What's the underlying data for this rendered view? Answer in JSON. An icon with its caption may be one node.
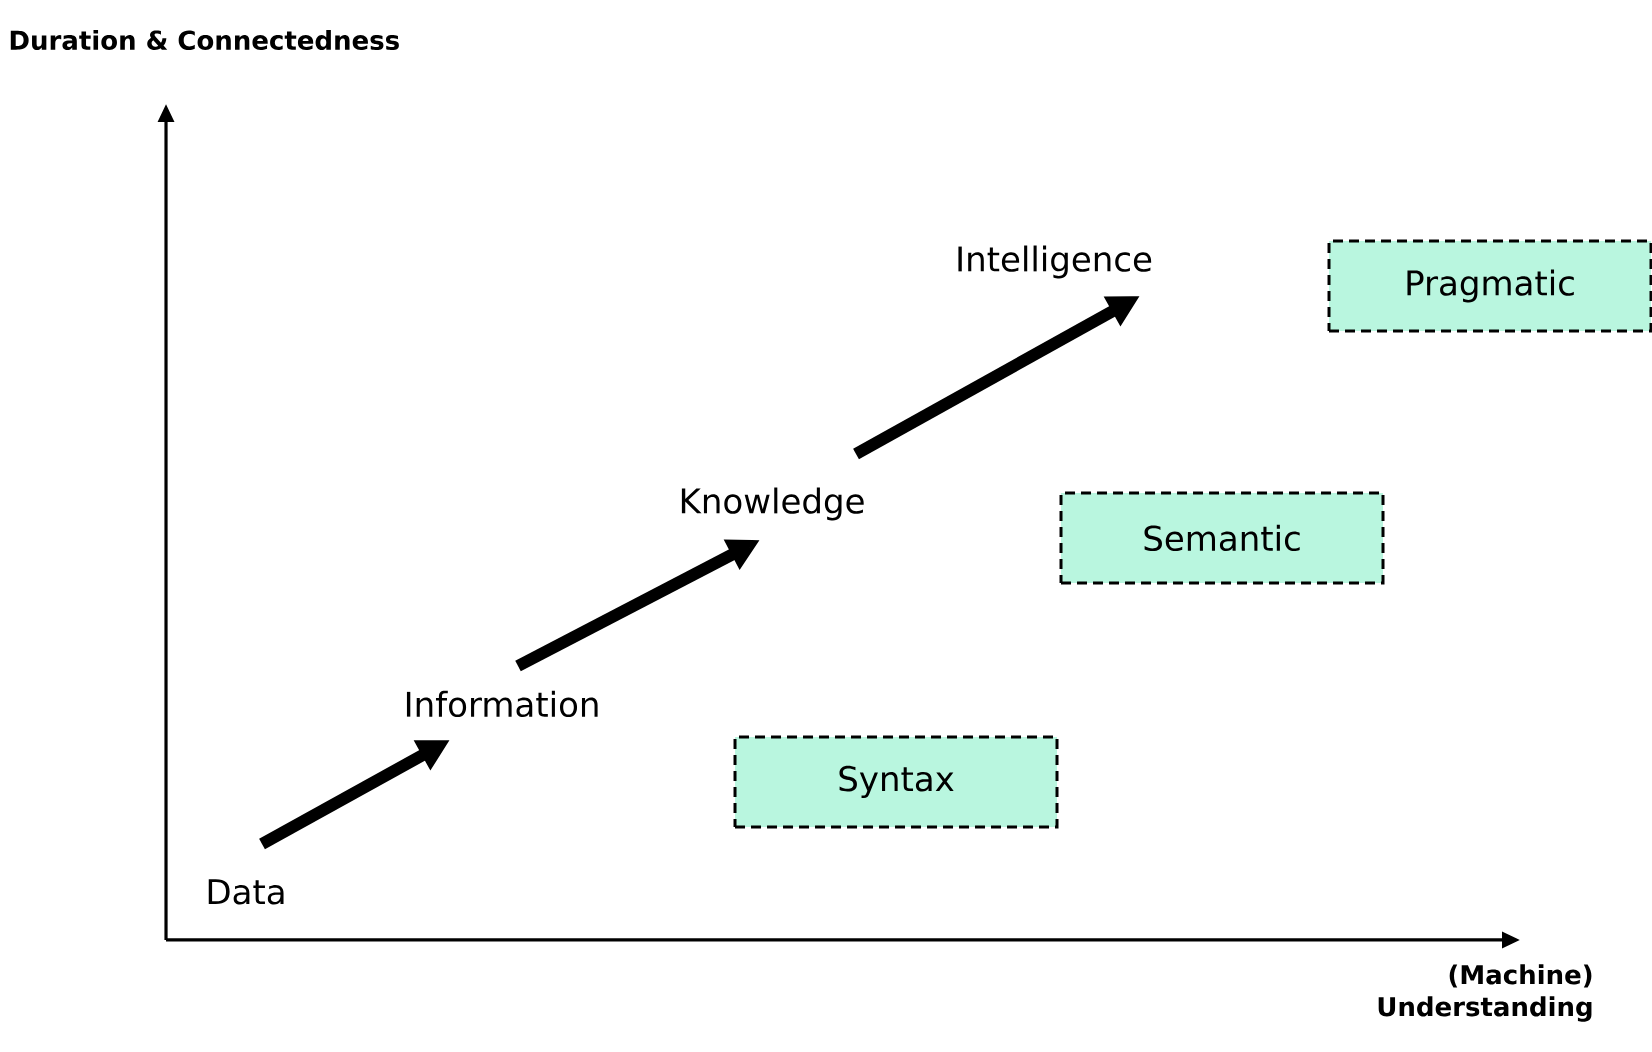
{
  "diagram": {
    "nodes": [
      {
        "text": [
          "Data"
        ]
      },
      {
        "text": [
          "Information"
        ]
      },
      {
        "text": [
          "Knowledge"
        ]
      },
      {
        "text": [
          "Intelligence"
        ]
      },
      {
        "text": [
          "Syntax"
        ]
      },
      {
        "text": [
          "Semantic"
        ]
      },
      {
        "text": [
          "Pragmatic"
        ]
      }
    ],
    "edges": [
      {
        "from": 0,
        "to": 1,
        "arrow": "to"
      },
      {
        "from": 1,
        "to": 2,
        "arrow": "to"
      },
      {
        "from": 2,
        "to": 3,
        "arrow": "to"
      }
    ],
    "labels": [
      "Duration & Connectedness",
      "(Machine) Understanding"
    ]
  }
}
